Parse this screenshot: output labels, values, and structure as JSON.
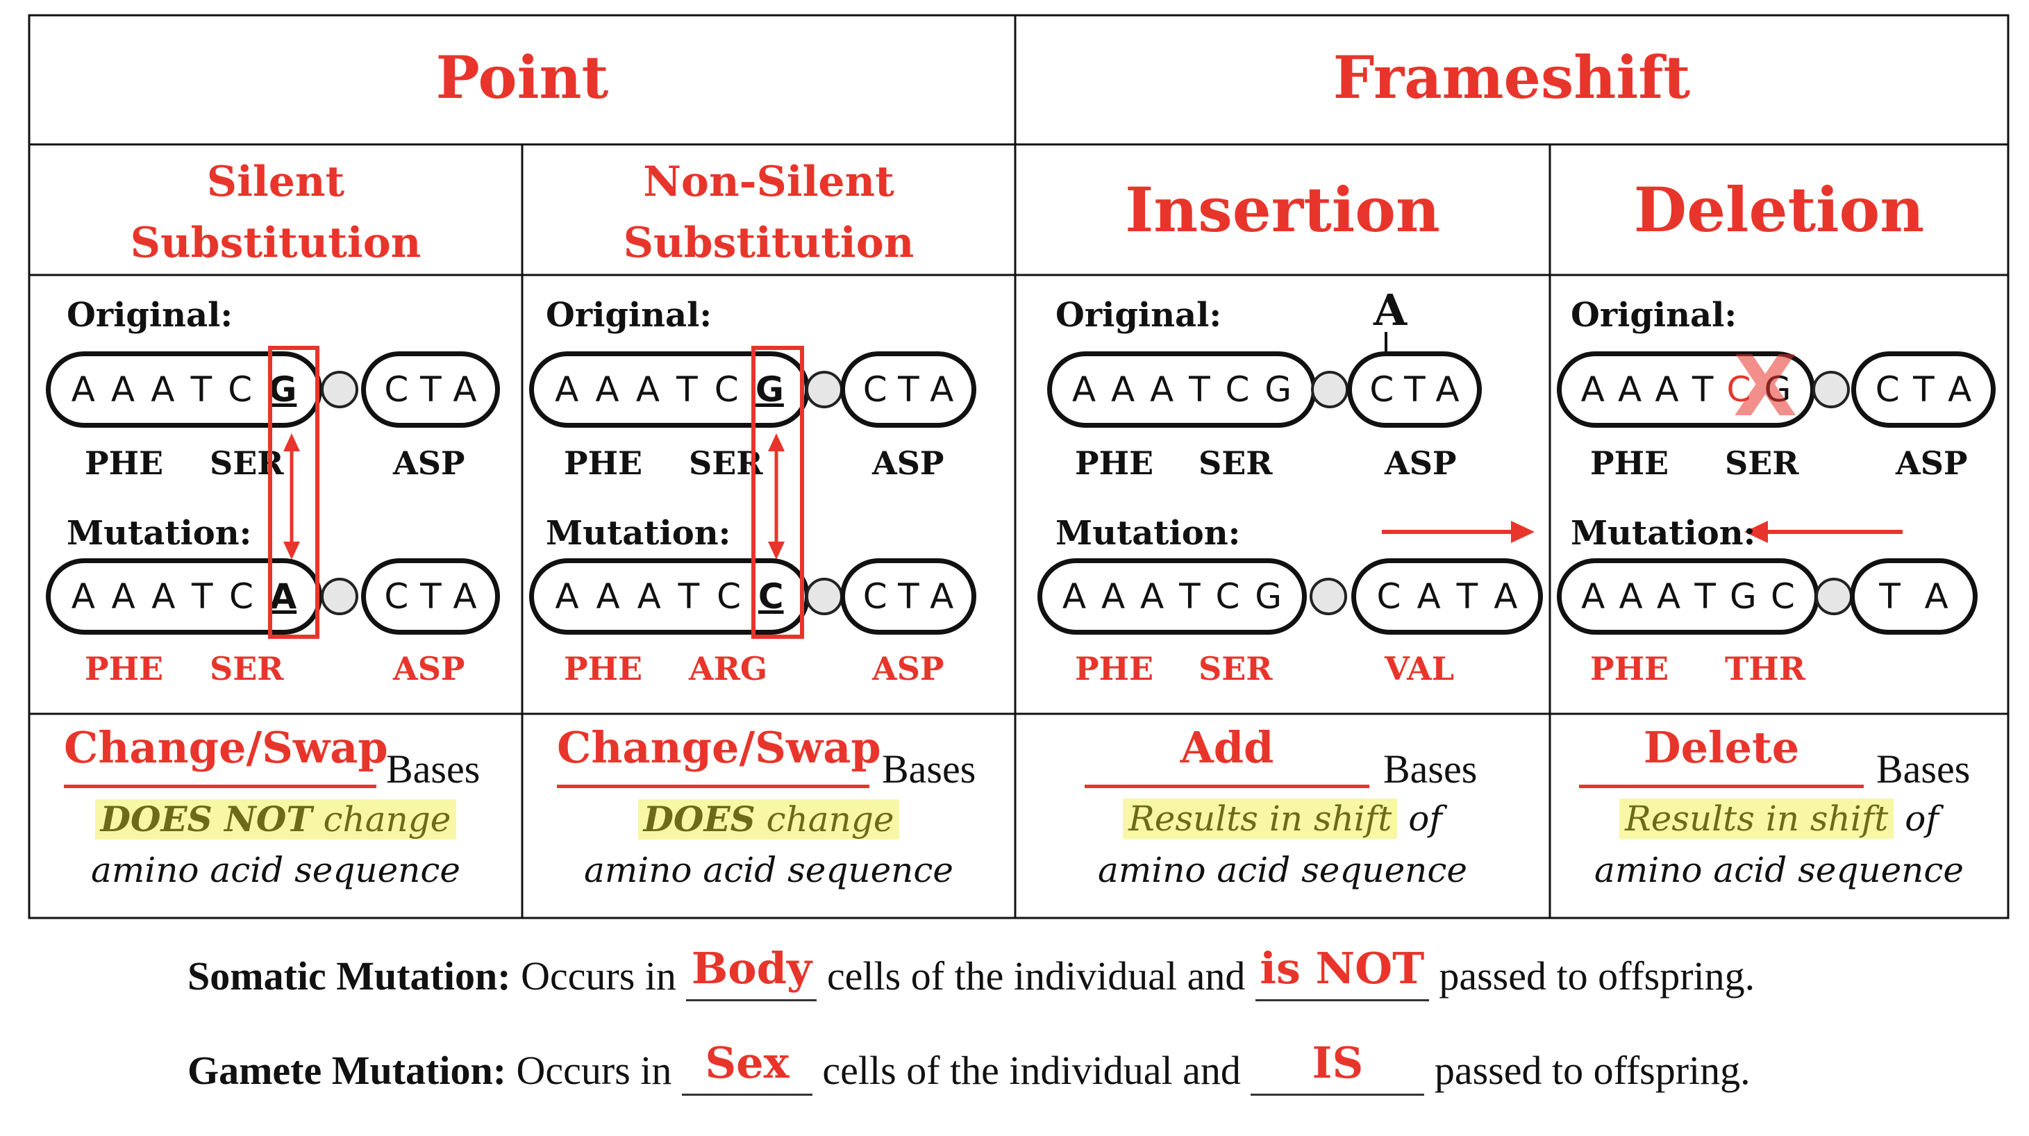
{
  "headers": {
    "point": "Point",
    "frameshift": "Frameshift"
  },
  "subheaders": {
    "silent": [
      "Silent",
      "Substitution"
    ],
    "nonsilent": [
      "Non-Silent",
      "Substitution"
    ],
    "insertion": "Insertion",
    "deletion": "Deletion"
  },
  "labels": {
    "original": "Original:",
    "mutation": "Mutation:"
  },
  "panels": {
    "silent": {
      "orig_codon": [
        "A",
        "A",
        "A",
        "T",
        "C",
        "G"
      ],
      "orig_tail": [
        "C",
        "T",
        "A"
      ],
      "orig_aa": [
        "PHE",
        "SER",
        "ASP"
      ],
      "mut_codon": [
        "A",
        "A",
        "A",
        "T",
        "C",
        "A"
      ],
      "mut_tail": [
        "C",
        "T",
        "A"
      ],
      "mut_aa": [
        "PHE",
        "SER",
        "ASP"
      ]
    },
    "nonsilent": {
      "orig_codon": [
        "A",
        "A",
        "A",
        "T",
        "C",
        "G"
      ],
      "orig_tail": [
        "C",
        "T",
        "A"
      ],
      "orig_aa": [
        "PHE",
        "SER",
        "ASP"
      ],
      "mut_codon": [
        "A",
        "A",
        "A",
        "T",
        "C",
        "C"
      ],
      "mut_tail": [
        "C",
        "T",
        "A"
      ],
      "mut_aa": [
        "PHE",
        "ARG",
        "ASP"
      ]
    },
    "insertion": {
      "inserted": "A",
      "orig_codon": [
        "A",
        "A",
        "A",
        "T",
        "C",
        "G"
      ],
      "orig_tail": [
        "C",
        "T",
        "A"
      ],
      "orig_aa": [
        "PHE",
        "SER",
        "ASP"
      ],
      "mut_codon": [
        "A",
        "A",
        "A",
        "T",
        "C",
        "G"
      ],
      "mut_tail": [
        "C",
        "A",
        "T",
        "A"
      ],
      "mut_aa": [
        "PHE",
        "SER",
        "VAL"
      ]
    },
    "deletion": {
      "deleted_mark": "X",
      "orig_codon": [
        "A",
        "A",
        "A",
        "T",
        "C",
        "G"
      ],
      "orig_tail": [
        "C",
        "T",
        "A"
      ],
      "orig_aa": [
        "PHE",
        "SER",
        "ASP"
      ],
      "mut_codon": [
        "A",
        "A",
        "A",
        "T",
        "G",
        "C"
      ],
      "mut_tail": [
        "T",
        "A"
      ],
      "mut_aa": [
        "PHE",
        "THR"
      ]
    }
  },
  "summary": {
    "silent": {
      "answer": "Change/Swap",
      "bases": "Bases",
      "hl_bold": "DOES NOT",
      "hl_rest": " change",
      "line2": "amino acid sequence"
    },
    "nonsilent": {
      "answer": "Change/Swap",
      "bases": "Bases",
      "hl_bold": "DOES",
      "hl_rest": " change",
      "line2": "amino acid sequence"
    },
    "insertion": {
      "answer": "Add",
      "bases": "Bases",
      "hl": "Results in shift",
      "after": " of",
      "line2": "amino acid sequence"
    },
    "deletion": {
      "answer": "Delete",
      "bases": "Bases",
      "hl": "Results in shift",
      "after": " of",
      "line2": "amino acid sequence"
    }
  },
  "sentences": {
    "somatic": {
      "label": "Somatic Mutation:",
      "p1": " Occurs in ",
      "ans1": "Body",
      "p2": " cells of the individual and ",
      "ans2": "is NOT",
      "p3": " passed to offspring."
    },
    "gamete": {
      "label": "Gamete Mutation:",
      "p1": " Occurs in ",
      "ans1": "Sex",
      "p2": " cells of the individual and ",
      "ans2": "IS",
      "p3": " passed to offspring."
    }
  },
  "colors": {
    "accent": "#e8352b",
    "highlight": "#f7f7a6",
    "ink": "#111111"
  }
}
